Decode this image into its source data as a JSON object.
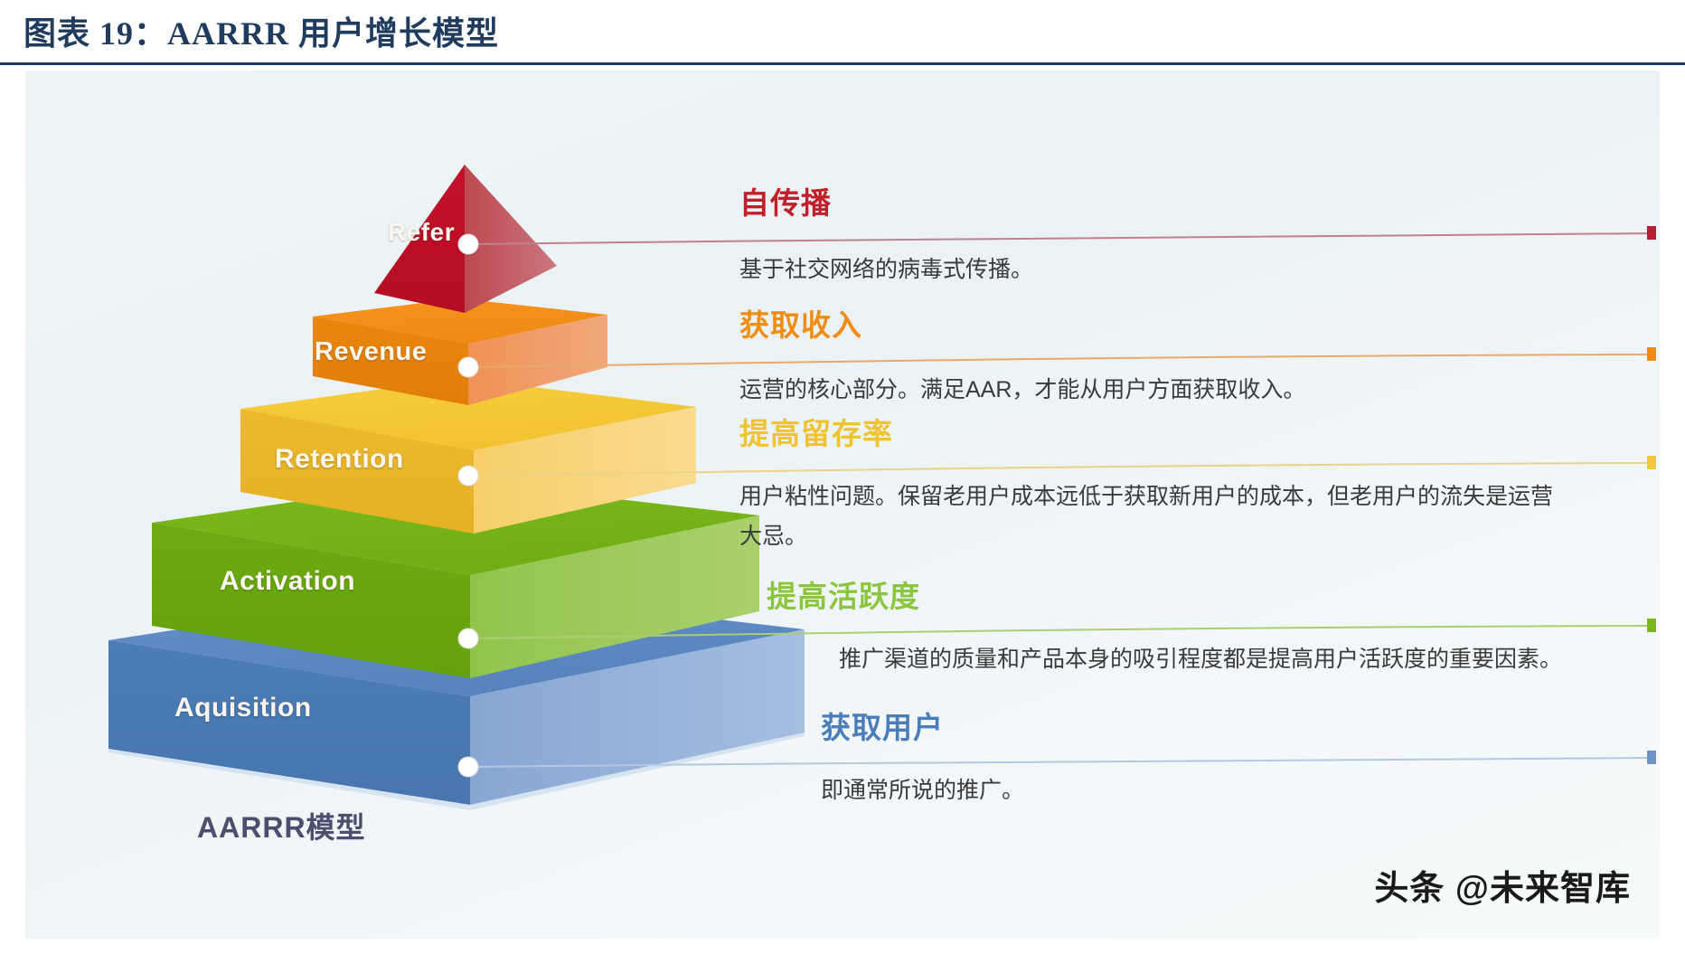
{
  "header": {
    "title": "图表 19：AARRR 用户增长模型",
    "accent_color": "#1f3b5e"
  },
  "diagram": {
    "caption": "AARRR模型",
    "watermark": "头条 @未来智库",
    "levels": [
      {
        "key": "refer",
        "pyramid_label": "Refer",
        "heading": "自传播",
        "heading_color": "#c0202a",
        "body": "基于社交网络的病毒式传播。",
        "shape": "pyramid-top",
        "color_front": "#c3102a",
        "color_side": "#c06a70"
      },
      {
        "key": "revenue",
        "pyramid_label": "Revenue",
        "heading": "获取收入",
        "heading_color": "#f08c10",
        "body": "运营的核心部分。满足AAR，才能从用户方面获取收入。",
        "shape": "slab",
        "color_front": "#e8880f",
        "color_top": "#f59220",
        "color_side": "#ef9f6a"
      },
      {
        "key": "retention",
        "pyramid_label": "Retention",
        "heading": "提高留存率",
        "heading_color": "#f0c330",
        "body": "用户粘性问题。保留老用户成本远低于获取新用户的成本，但老用户的流失是运营大忌。",
        "shape": "slab",
        "color_front": "#eab82c",
        "color_top": "#f7cc38",
        "color_side": "#f7d徐"
      },
      {
        "key": "activation",
        "pyramid_label": "Activation",
        "heading": "提高活跃度",
        "heading_color": "#8cc63e",
        "body": "推广渠道的质量和产品本身的吸引程度都是提高用户活跃度的重要因素。",
        "body_align": "right",
        "shape": "slab",
        "color_front": "#6cac12",
        "color_top": "#79b81a",
        "color_side": "#97c759"
      },
      {
        "key": "aquisition",
        "pyramid_label": "Aquisition",
        "heading": "获取用户",
        "heading_color": "#4a7ebb",
        "body": "即通常所说的推广。",
        "shape": "slab",
        "color_front": "#4b7cb4",
        "color_top": "#5d8bc4",
        "color_side": "#8ba9d6"
      }
    ]
  }
}
